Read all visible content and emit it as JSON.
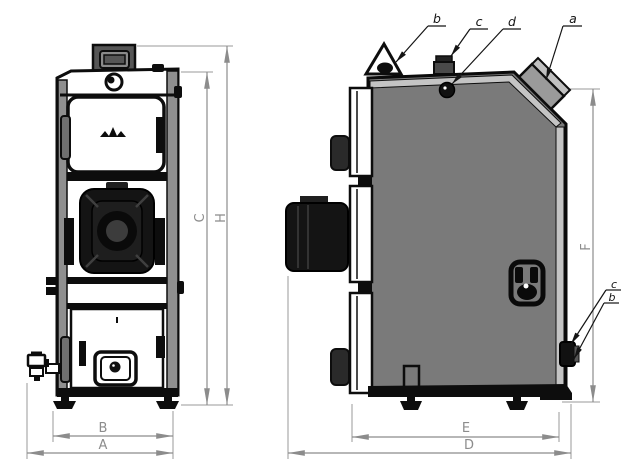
{
  "dims": {
    "A": "A",
    "B": "B",
    "C": "C",
    "D": "D",
    "E": "E",
    "F": "F",
    "H": "H"
  },
  "callouts": {
    "a": "a",
    "b": "b",
    "c": "c",
    "d": "d",
    "rear_c": "c",
    "rear_b": "b"
  },
  "colors": {
    "body_gray": "#7a7a7a",
    "side_strip_gray": "#8f8f8f",
    "edge_light": "#c4c4c4",
    "line_black": "#0d0d0d",
    "panel_white": "#ffffff",
    "dim_gray": "#8c8c8c"
  }
}
